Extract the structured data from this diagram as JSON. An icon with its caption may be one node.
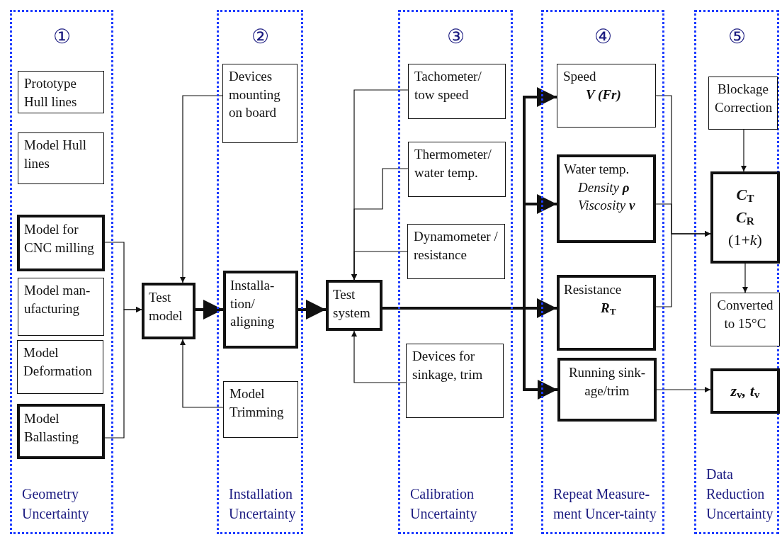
{
  "diagram": {
    "nodes": [
      {
        "text": [
          "①",
          "Geometry Uncertainty"
        ]
      },
      {
        "text": [
          "Prototype Hull lines"
        ],
        "in": 0
      },
      {
        "text": [
          "Model Hull lines"
        ],
        "in": 0
      },
      {
        "text": [
          "Model for CNC milling"
        ],
        "in": 0
      },
      {
        "text": [
          "Model man-ufacturing"
        ],
        "in": 0
      },
      {
        "text": [
          "Model Deformation"
        ],
        "in": 0
      },
      {
        "text": [
          "Model Ballasting"
        ],
        "in": 0
      },
      {
        "text": [
          "Test model"
        ]
      },
      {
        "text": [
          "②",
          "Installation Uncertainty"
        ]
      },
      {
        "text": [
          "Devices mounting on board"
        ],
        "in": 8
      },
      {
        "text": [
          "Installa-tion/ aligning"
        ],
        "in": 8
      },
      {
        "text": [
          "Model Trimming"
        ],
        "in": 8
      },
      {
        "text": [
          "Test system"
        ]
      },
      {
        "text": [
          "③",
          "Calibration Uncertainty"
        ]
      },
      {
        "text": [
          "Tachometer/ tow speed"
        ],
        "in": 13
      },
      {
        "text": [
          "Thermometer/ water temp."
        ],
        "in": 13
      },
      {
        "text": [
          "Dynamometer / resistance"
        ],
        "in": 13
      },
      {
        "text": [
          "Devices for sinkage, trim"
        ],
        "in": 13
      },
      {
        "text": [
          "④",
          "Repeat Measure-ment Uncer-tainty"
        ]
      },
      {
        "text": [
          "Speed",
          "V (Fr)"
        ],
        "in": 18
      },
      {
        "text": [
          "Water temp.",
          "Density **ρ** Viscosity **ν**"
        ],
        "in": 18
      },
      {
        "text": [
          "Resistance",
          "R$_{T}$"
        ],
        "in": 18
      },
      {
        "text": [
          "Running sink-age/trim"
        ],
        "in": 18
      },
      {
        "text": [
          "⑤",
          "Data Reduction Uncertainty"
        ]
      },
      {
        "text": [
          "Blockage Correction"
        ],
        "in": 23
      },
      {
        "text": [
          "*C*$_{T}$",
          "*C*$_{R}$",
          "(1+*k*)"
        ],
        "in": 23
      },
      {
        "text": [
          "Converted to 15°C"
        ],
        "in": 23
      },
      {
        "text": [
          "*z*$_{v}$, *t*$_{v}$"
        ],
        "in": 23
      }
    ],
    "edges": [
      {
        "from": 3,
        "to": 7,
        "arrow": "to"
      },
      {
        "from": 6,
        "to": 7,
        "arrow": "to"
      },
      {
        "from": 9,
        "to": 7,
        "arrow": "to"
      },
      {
        "from": 11,
        "to": 7,
        "arrow": "to"
      },
      {
        "from": 7,
        "to": 10,
        "arrow": "to",
        "style": "thick"
      },
      {
        "from": 10,
        "to": 12,
        "arrow": "to",
        "style": "thick"
      },
      {
        "from": 14,
        "to": 12,
        "arrow": "to"
      },
      {
        "from": 15,
        "to": 12,
        "arrow": "to"
      },
      {
        "from": 16,
        "to": 12,
        "arrow": "to"
      },
      {
        "from": 17,
        "to": 12,
        "arrow": "to"
      },
      {
        "from": 12,
        "to": 19,
        "arrow": "to",
        "style": "thick"
      },
      {
        "from": 12,
        "to": 20,
        "arrow": "to",
        "style": "thick"
      },
      {
        "from": 12,
        "to": 21,
        "arrow": "to",
        "style": "thick"
      },
      {
        "from": 12,
        "to": 22,
        "arrow": "to",
        "style": "thick"
      },
      {
        "from": 19,
        "to": 25,
        "arrow": "to"
      },
      {
        "from": 20,
        "to": 25,
        "arrow": "to"
      },
      {
        "from": 21,
        "to": 25,
        "arrow": "to"
      },
      {
        "from": 22,
        "to": 27,
        "arrow": "to"
      },
      {
        "from": 24,
        "to": 25,
        "arrow": "to"
      },
      {
        "from": 25,
        "to": 26,
        "arrow": "to"
      }
    ]
  }
}
